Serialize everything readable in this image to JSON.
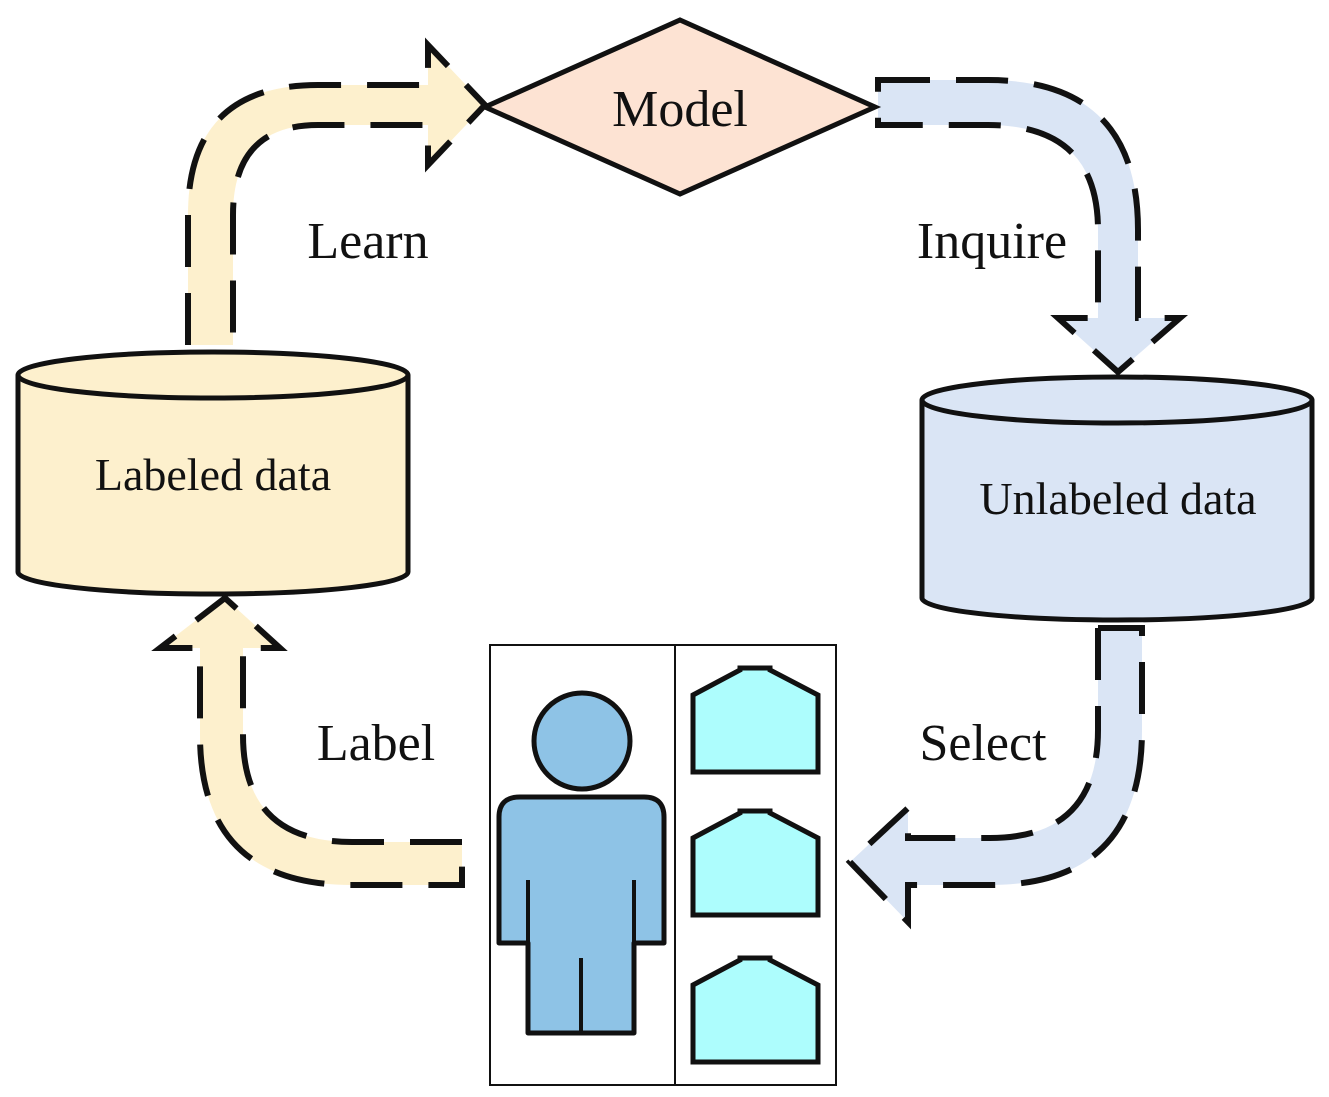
{
  "nodes": {
    "model": "Model",
    "labeled_data": "Labeled data",
    "unlabeled_data": "Unlabeled data"
  },
  "edges": {
    "learn": "Learn",
    "inquire": "Inquire",
    "select": "Select",
    "label": "Label"
  },
  "colors": {
    "model_fill": "#fde3d3",
    "labeled_fill": "#fdf0cd",
    "unlabeled_fill": "#dae5f5",
    "human_fill": "#8ec3e6",
    "item_fill": "#adfdfd",
    "outline": "#111111"
  },
  "icons": {
    "human": "person-icon",
    "items": "box-icon"
  }
}
